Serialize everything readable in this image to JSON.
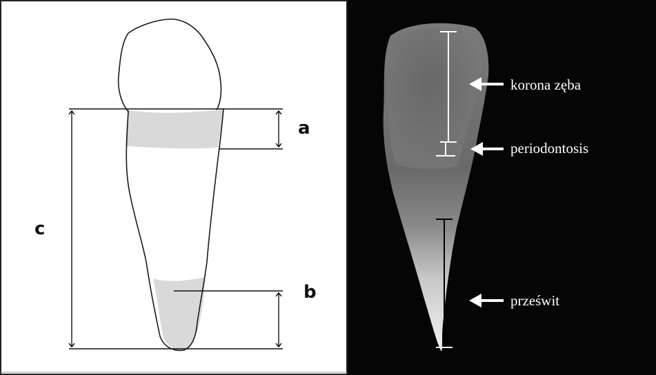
{
  "left_panel": {
    "labels": {
      "a": "a",
      "b": "b",
      "c": "c"
    }
  },
  "right_panel": {
    "labels": {
      "crown": "korona zęba",
      "periodontosis": "periodontosis",
      "translucency": "prześwit"
    }
  },
  "colors": {
    "left_background": "#ffffff",
    "right_background": "#050505",
    "tooth_outline": "#1a1a1a",
    "shaded_region": "#d9d9d9",
    "annotation_white": "#ffffff"
  }
}
